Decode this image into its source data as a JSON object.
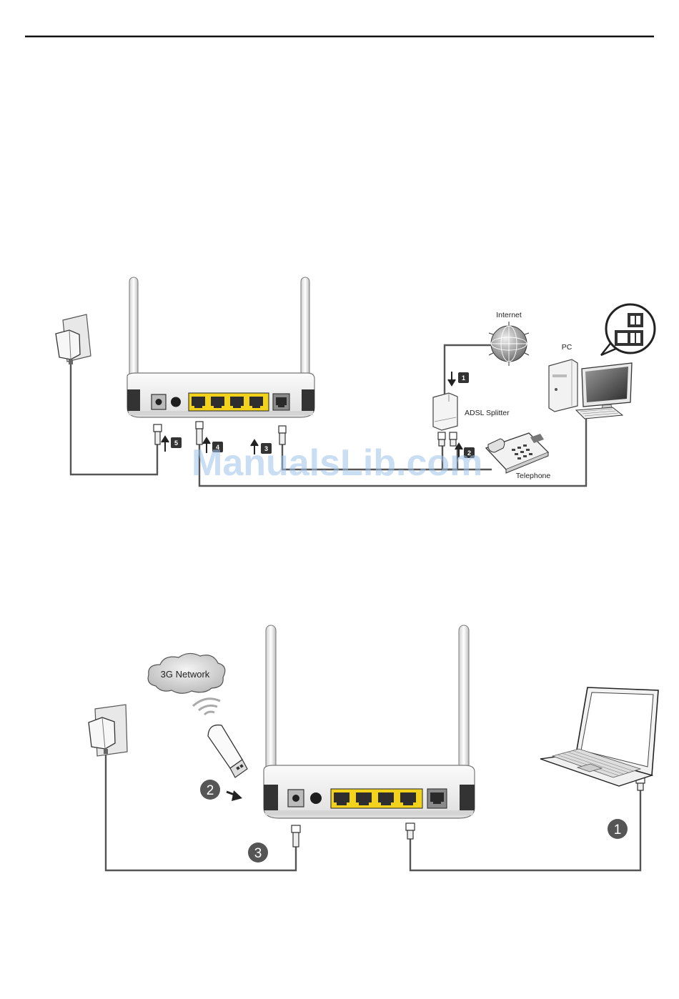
{
  "watermark": "ManualsLib.com",
  "diagram_adsl": {
    "labels": {
      "internet": "Internet",
      "pc": "PC",
      "splitter": "ADSL Splitter",
      "telephone": "Telephone"
    },
    "steps": [
      "1",
      "2",
      "3",
      "4",
      "5"
    ]
  },
  "diagram_3g": {
    "labels": {
      "network": "3G Network"
    },
    "steps": [
      "1",
      "2",
      "3"
    ]
  },
  "colors": {
    "port_yellow": "#f2d21b",
    "cable": "#555555",
    "step_marker": "#333333"
  }
}
